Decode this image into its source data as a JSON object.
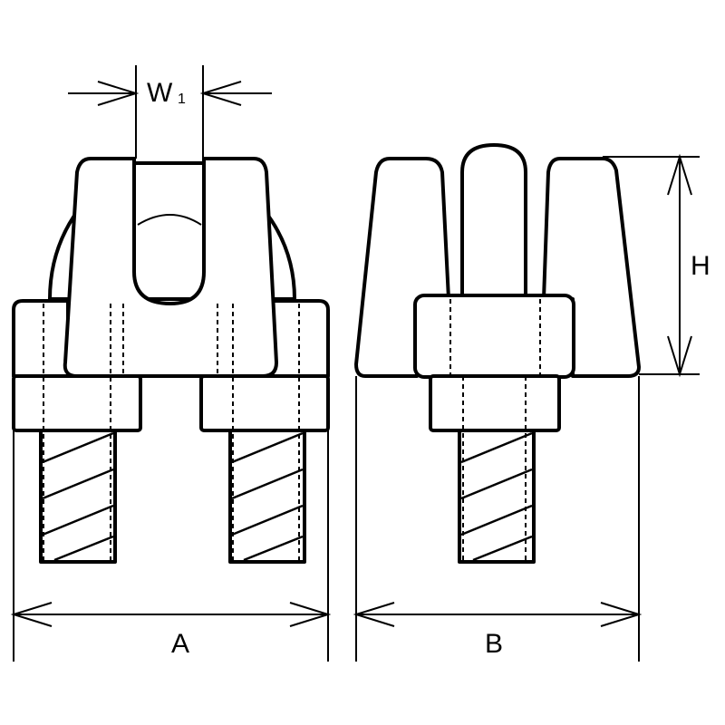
{
  "dimensions": {
    "width_label": "W",
    "width_subscript": "1",
    "height_label": "H",
    "a_label": "A",
    "b_label": "B"
  }
}
